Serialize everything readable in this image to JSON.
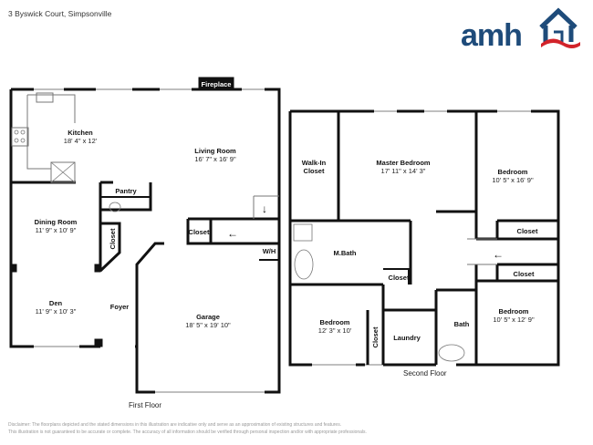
{
  "header": {
    "address": "3 Byswick Court, Simpsonville",
    "logo_text": "amh",
    "logo_colors": {
      "blue": "#1e4b7a",
      "red": "#d2232a"
    }
  },
  "first_floor": {
    "label": "First Floor",
    "rooms": [
      {
        "name": "Kitchen",
        "dims": "18' 4\" x 12'"
      },
      {
        "name": "Living Room",
        "dims": "16' 7\" x 16' 9\""
      },
      {
        "name": "Dining Room",
        "dims": "11' 9\" x 10' 9\""
      },
      {
        "name": "Den",
        "dims": "11' 9\" x 10' 3\""
      },
      {
        "name": "Foyer",
        "dims": ""
      },
      {
        "name": "Garage",
        "dims": "18' 5\" x 19' 10\""
      },
      {
        "name": "Pantry",
        "dims": ""
      },
      {
        "name": "Closet",
        "dims": ""
      },
      {
        "name": "Closet",
        "dims": ""
      },
      {
        "name": "Fireplace",
        "dims": ""
      },
      {
        "name": "W/H",
        "dims": ""
      }
    ]
  },
  "second_floor": {
    "label": "Second Floor",
    "rooms": [
      {
        "name": "Walk-In",
        "name2": "Closet",
        "dims": ""
      },
      {
        "name": "Master Bedroom",
        "dims": "17' 11\" x 14' 3\""
      },
      {
        "name": "Bedroom",
        "dims": "10' 5\" x 16' 9\""
      },
      {
        "name": "M.Bath",
        "dims": ""
      },
      {
        "name": "Closet",
        "dims": ""
      },
      {
        "name": "Closet",
        "dims": ""
      },
      {
        "name": "Closet",
        "dims": ""
      },
      {
        "name": "Bedroom",
        "dims": "12' 3\" x 10'"
      },
      {
        "name": "Closet",
        "dims": ""
      },
      {
        "name": "Laundry",
        "dims": ""
      },
      {
        "name": "Bath",
        "dims": ""
      },
      {
        "name": "Bedroom",
        "dims": "10' 5\" x 12' 9\""
      }
    ]
  },
  "disclaimer": {
    "line1": "Disclaimer: The floorplans depicted and the stated dimensions in this illustration are indicative only and serve as an approximation of existing structures and features.",
    "line2": "This illustration is not guaranteed to be accurate or complete. The accuracy of all information should be verified through personal inspection and/or with appropriate professionals."
  }
}
